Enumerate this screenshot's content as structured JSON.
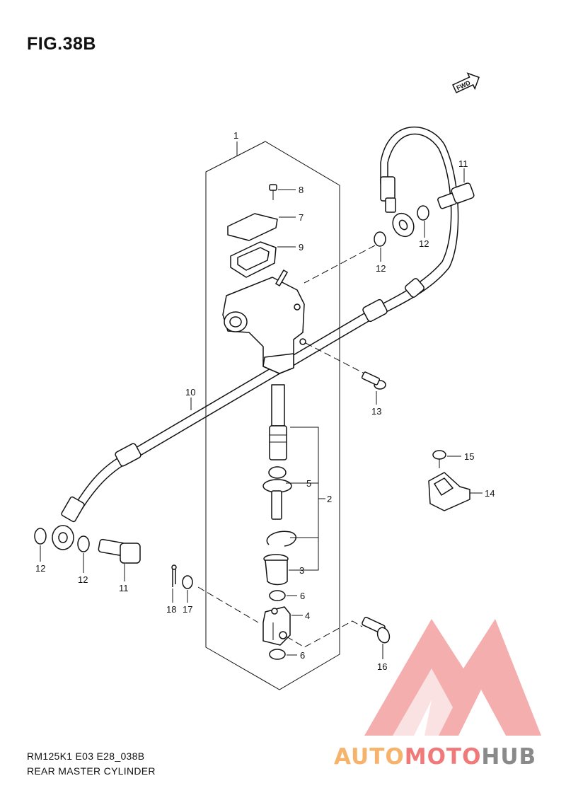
{
  "figure": {
    "title": "FIG.38B",
    "model_code": "RM125K1 E03 E28_038B",
    "section_name": "REAR MASTER CYLINDER",
    "direction_badge": "FWD"
  },
  "callouts": [
    {
      "id": "c1",
      "label": "1"
    },
    {
      "id": "c8",
      "label": "8"
    },
    {
      "id": "c7",
      "label": "7"
    },
    {
      "id": "c9",
      "label": "9"
    },
    {
      "id": "c11a",
      "label": "11"
    },
    {
      "id": "c12a",
      "label": "12"
    },
    {
      "id": "c12b",
      "label": "12"
    },
    {
      "id": "c13",
      "label": "13"
    },
    {
      "id": "c10",
      "label": "10"
    },
    {
      "id": "c5",
      "label": "5"
    },
    {
      "id": "c2",
      "label": "2"
    },
    {
      "id": "c15",
      "label": "15"
    },
    {
      "id": "c14",
      "label": "14"
    },
    {
      "id": "c3",
      "label": "3"
    },
    {
      "id": "c6a",
      "label": "6"
    },
    {
      "id": "c4",
      "label": "4"
    },
    {
      "id": "c6b",
      "label": "6"
    },
    {
      "id": "c12c",
      "label": "12"
    },
    {
      "id": "c12d",
      "label": "12"
    },
    {
      "id": "c11b",
      "label": "11"
    },
    {
      "id": "c18",
      "label": "18"
    },
    {
      "id": "c17",
      "label": "17"
    },
    {
      "id": "c16",
      "label": "16"
    }
  ],
  "watermark": {
    "part1": "AUTO",
    "part2": "MOTO",
    "part3": "HUB",
    "color_orange": "#f6b36b",
    "color_red": "#f07a7a",
    "color_grey": "#8a8a8a"
  }
}
